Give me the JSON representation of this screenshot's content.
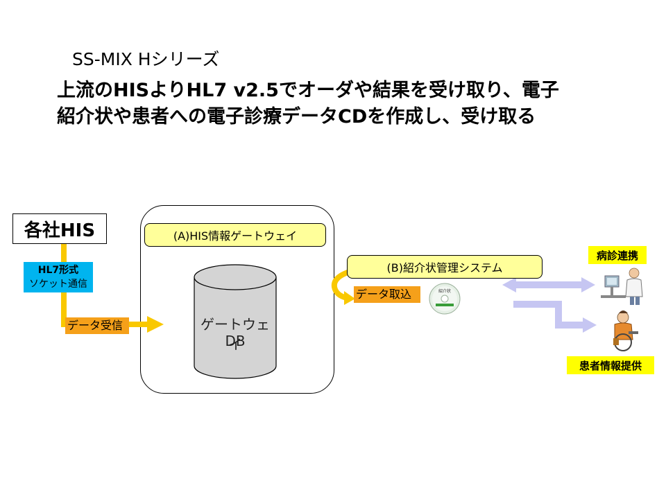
{
  "title": {
    "line1": "SS-MIX Hシリーズ",
    "line2": "上流のHISよりHL7 v2.5でオーダや結果を受け取り、電子",
    "line3": "紹介状や患者への電子診療データCDを作成し、受け取る"
  },
  "diagram": {
    "his_box": "各社HIS",
    "hl7_label": {
      "line1": "HL7形式",
      "line2": "ソケット通信"
    },
    "receive_label": "データ受信",
    "gateway_title": "(A)HIS情報ゲートウェイ",
    "db_label": {
      "line1": "ゲートウェイ",
      "line2": "DB"
    },
    "referral_title": "(B)紹介状管理システム",
    "import_label": "データ取込",
    "cd_label": "紹介状",
    "coop_label": "病診連携",
    "patient_label": "患者情報提供"
  },
  "colors": {
    "flow_yellow": "#f9c800",
    "label_orange": "#f5a01a",
    "label_cyan": "#00b4ef",
    "box_yellow": "#ffff9a",
    "tag_yellow": "#ffff00",
    "db_fill": "#d4d4d4",
    "arrow_lavender": "#c6c6f2"
  }
}
